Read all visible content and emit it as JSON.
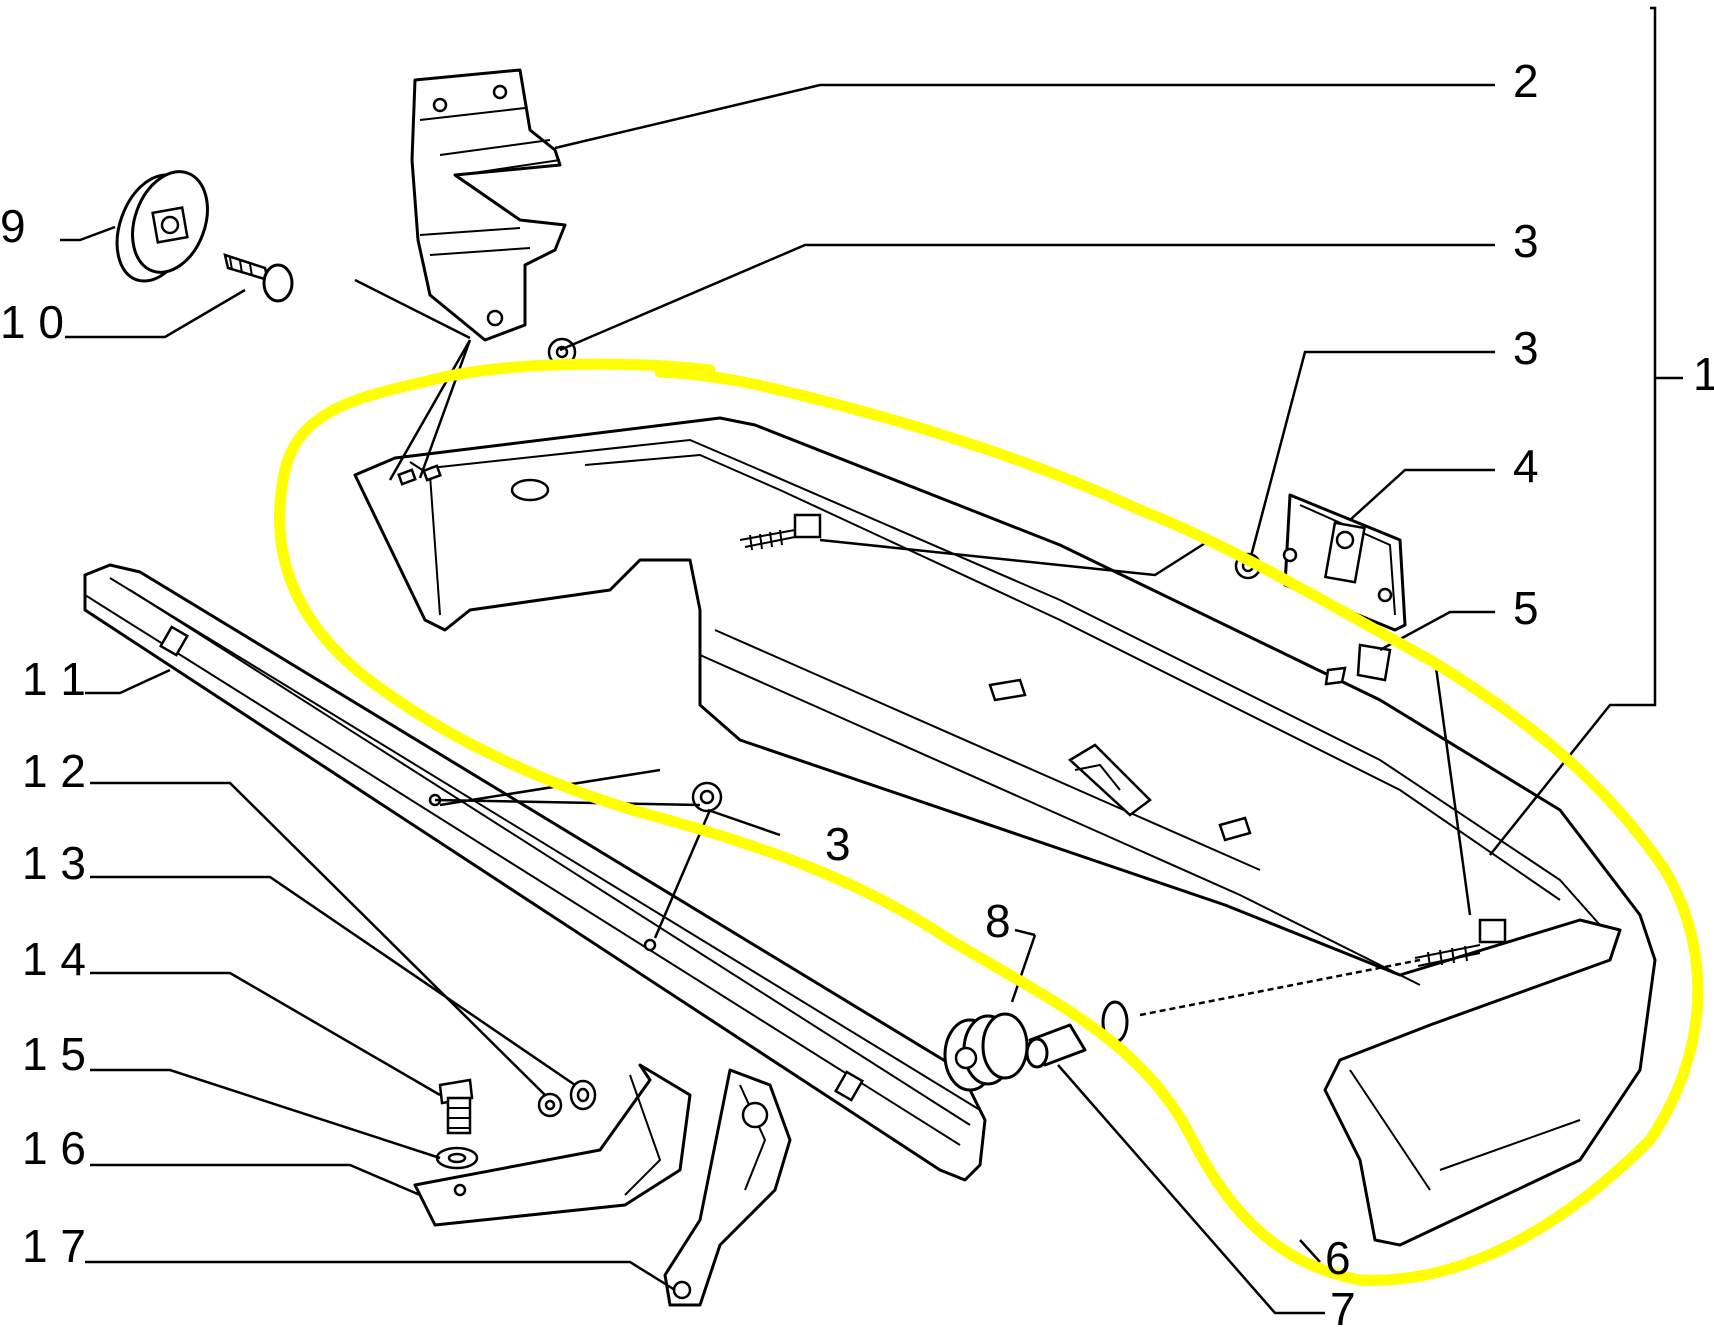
{
  "callouts": {
    "c1": "1",
    "c2": "2",
    "c3a": "3",
    "c3b": "3",
    "c3c": "3",
    "c4": "4",
    "c5": "5",
    "c6": "6",
    "c7": "7",
    "c8": "8",
    "c9": "9",
    "c10": "1 0",
    "c11": "1 1",
    "c12": "1 2",
    "c13": "1 3",
    "c14": "1 4",
    "c15": "1 5",
    "c16": "1 6",
    "c17": "1 7"
  },
  "highlight": {
    "color": "#ffff00"
  }
}
